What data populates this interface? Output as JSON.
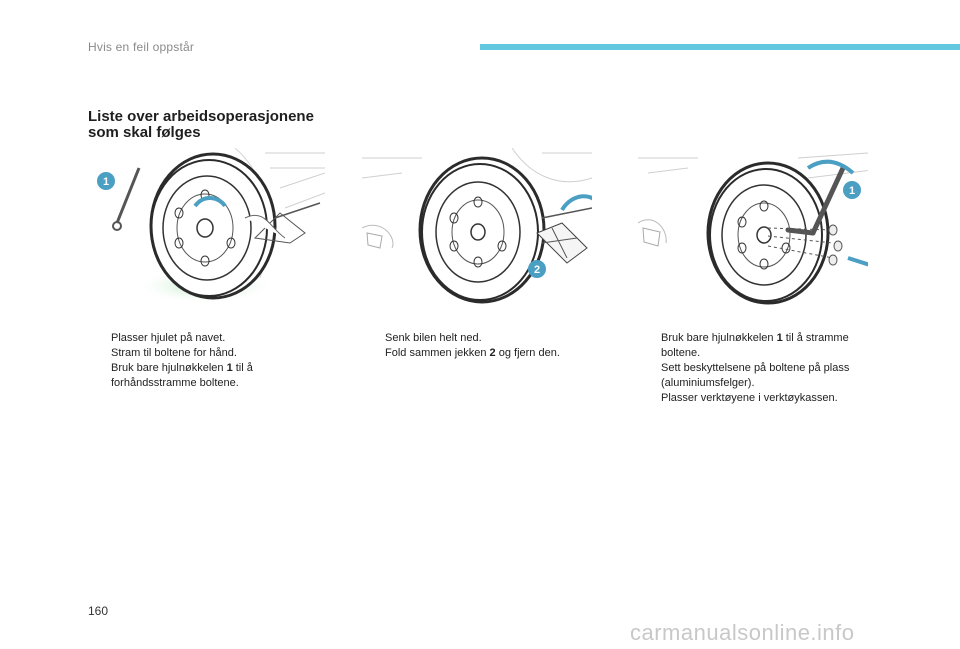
{
  "header": {
    "title": "Hvis en feil oppstår",
    "accent_color": "#62c8e0"
  },
  "section_title_line1": "Liste over arbeidsoperasjonene",
  "section_title_line2": "som skal følges",
  "illustrations": [
    {
      "label": "1",
      "badge_color": "#4a9fc3"
    },
    {
      "label": "2",
      "badge_color": "#4a9fc3"
    },
    {
      "label": "1",
      "badge_color": "#4a9fc3"
    }
  ],
  "bullet_symbol": "",
  "columns": [
    {
      "items": [
        {
          "text": "Plasser hjulet på navet."
        },
        {
          "text": "Stram til boltene for hånd."
        },
        {
          "pre": "Bruk bare hjulnøkkelen ",
          "bold": "1",
          "post": " til å",
          "line2": "forhåndsstramme boltene."
        }
      ]
    },
    {
      "items": [
        {
          "text": "Senk bilen helt ned."
        },
        {
          "pre": "Fold sammen jekken ",
          "bold": "2",
          "post": " og fjern den."
        }
      ]
    },
    {
      "items": [
        {
          "pre": "Bruk bare hjulnøkkelen ",
          "bold": "1",
          "post": " til å stramme",
          "line2": "boltene."
        },
        {
          "text": "Sett beskyttelsene på boltene på plass",
          "line2": "(aluminiumsfelger)."
        },
        {
          "text": "Plasser verktøyene i verktøykassen."
        }
      ]
    }
  ],
  "page_number": "160",
  "footer_watermark": "carmanualsonline.info"
}
